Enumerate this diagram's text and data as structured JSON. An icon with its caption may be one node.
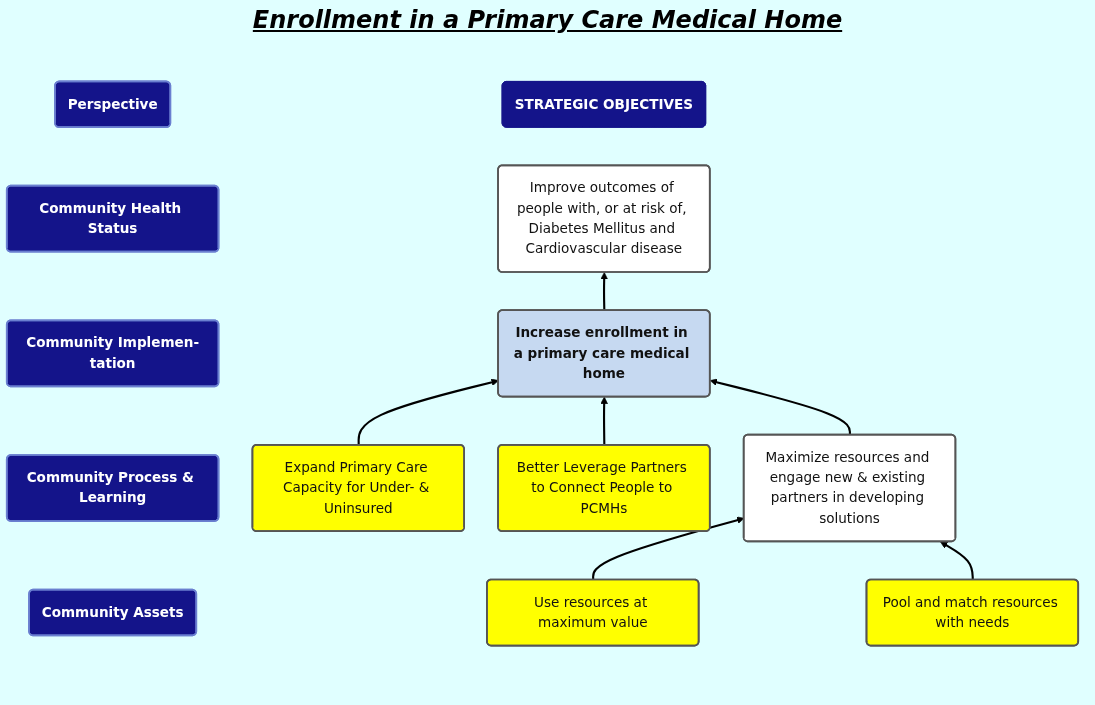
{
  "diagram": {
    "title": "Enrollment in a Primary Care Medical Home",
    "nodes": [
      {
        "text": [
          "Perspective"
        ]
      },
      {
        "text": [
          "STRATEGIC OBJECTIVES"
        ]
      },
      {
        "text": [
          "Community Health Status"
        ]
      },
      {
        "text": [
          "Community Implemen-tation"
        ]
      },
      {
        "text": [
          "Community Process & Learning"
        ]
      },
      {
        "text": [
          "Community Assets"
        ]
      },
      {
        "text": [
          "Improve outcomes of people with, or at risk of, Diabetes Mellitus and Cardiovascular disease"
        ]
      },
      {
        "text": [
          "Increase enrollment in a primary care medical home"
        ]
      },
      {
        "text": [
          "Expand Primary Care Capacity for Under- & Uninsured"
        ]
      },
      {
        "text": [
          "Better Leverage Partners to Connect People to PCMHs"
        ]
      },
      {
        "text": [
          "Maximize resources and engage new & existing partners in developing solutions"
        ]
      },
      {
        "text": [
          "Use resources at maximum value"
        ]
      },
      {
        "text": [
          "Pool and match resources with needs"
        ]
      }
    ],
    "edges": [
      {
        "from": 7,
        "to": 6,
        "arrow": "to"
      },
      {
        "from": 8,
        "to": 7,
        "arrow": "to"
      },
      {
        "from": 9,
        "to": 7,
        "arrow": "to"
      },
      {
        "from": 10,
        "to": 7,
        "arrow": "to"
      },
      {
        "from": 11,
        "to": 10,
        "arrow": "to"
      },
      {
        "from": 12,
        "to": 10,
        "arrow": "to"
      }
    ]
  }
}
